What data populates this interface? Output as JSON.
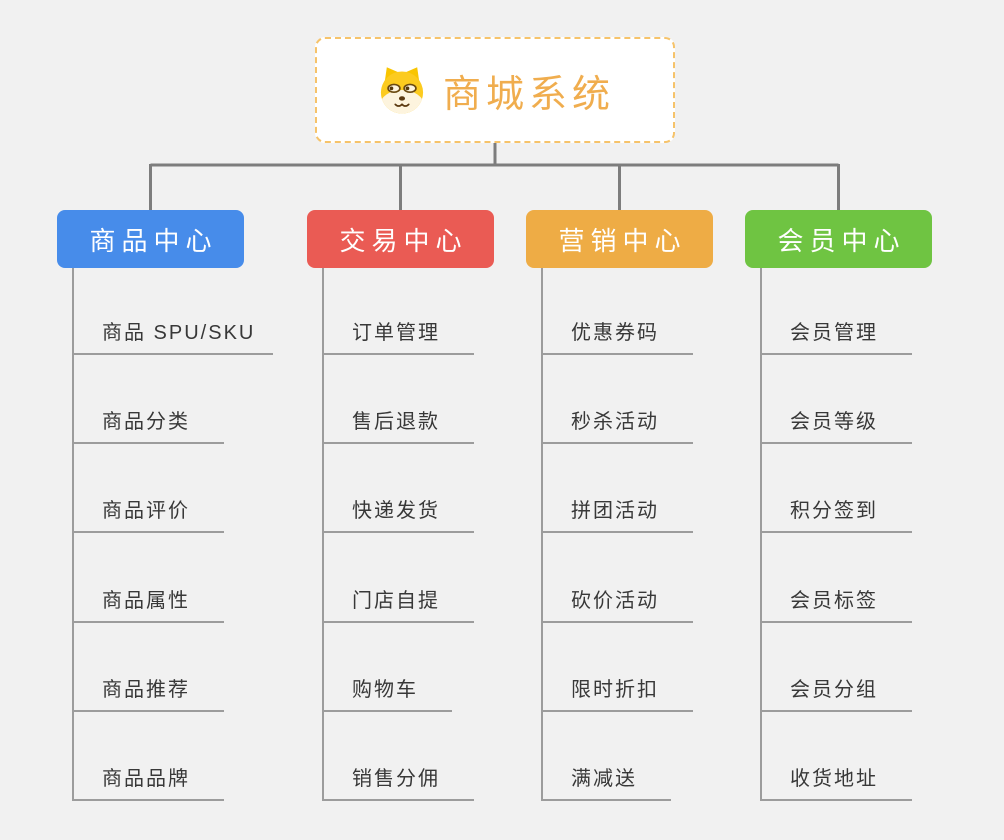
{
  "page": {
    "background_color": "#f1f1f1",
    "connector_color": "#7d7d7d",
    "leaf_line_color": "#9c9c9c",
    "leaf_text_color": "#383838"
  },
  "root": {
    "title": "商城系统",
    "icon": "shiba-dog-icon",
    "text_color": "#f0ad4e",
    "border_color": "#f6c36a",
    "fill_color": "#ffffff"
  },
  "branches": [
    {
      "label": "商品中心",
      "color": "#478cea",
      "items": [
        "商品 SPU/SKU",
        "商品分类",
        "商品评价",
        "商品属性",
        "商品推荐",
        "商品品牌"
      ]
    },
    {
      "label": "交易中心",
      "color": "#ea5b54",
      "items": [
        "订单管理",
        "售后退款",
        "快递发货",
        "门店自提",
        "购物车",
        "销售分佣"
      ]
    },
    {
      "label": "营销中心",
      "color": "#eeac45",
      "items": [
        "优惠券码",
        "秒杀活动",
        "拼团活动",
        "砍价活动",
        "限时折扣",
        "满减送"
      ]
    },
    {
      "label": "会员中心",
      "color": "#6fc442",
      "items": [
        "会员管理",
        "会员等级",
        "积分签到",
        "会员标签",
        "会员分组",
        "收货地址"
      ]
    }
  ]
}
